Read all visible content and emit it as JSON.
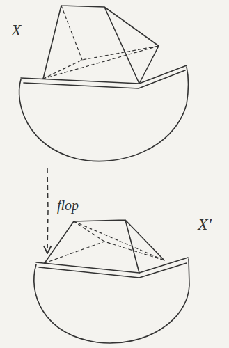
{
  "diagram": {
    "nodes": [
      {
        "text": [
          "X"
        ]
      },
      {
        "text": [
          "X'"
        ]
      }
    ],
    "edges": [
      {
        "from": 0,
        "to": 1,
        "arrow": "to",
        "label": "flop"
      }
    ]
  }
}
